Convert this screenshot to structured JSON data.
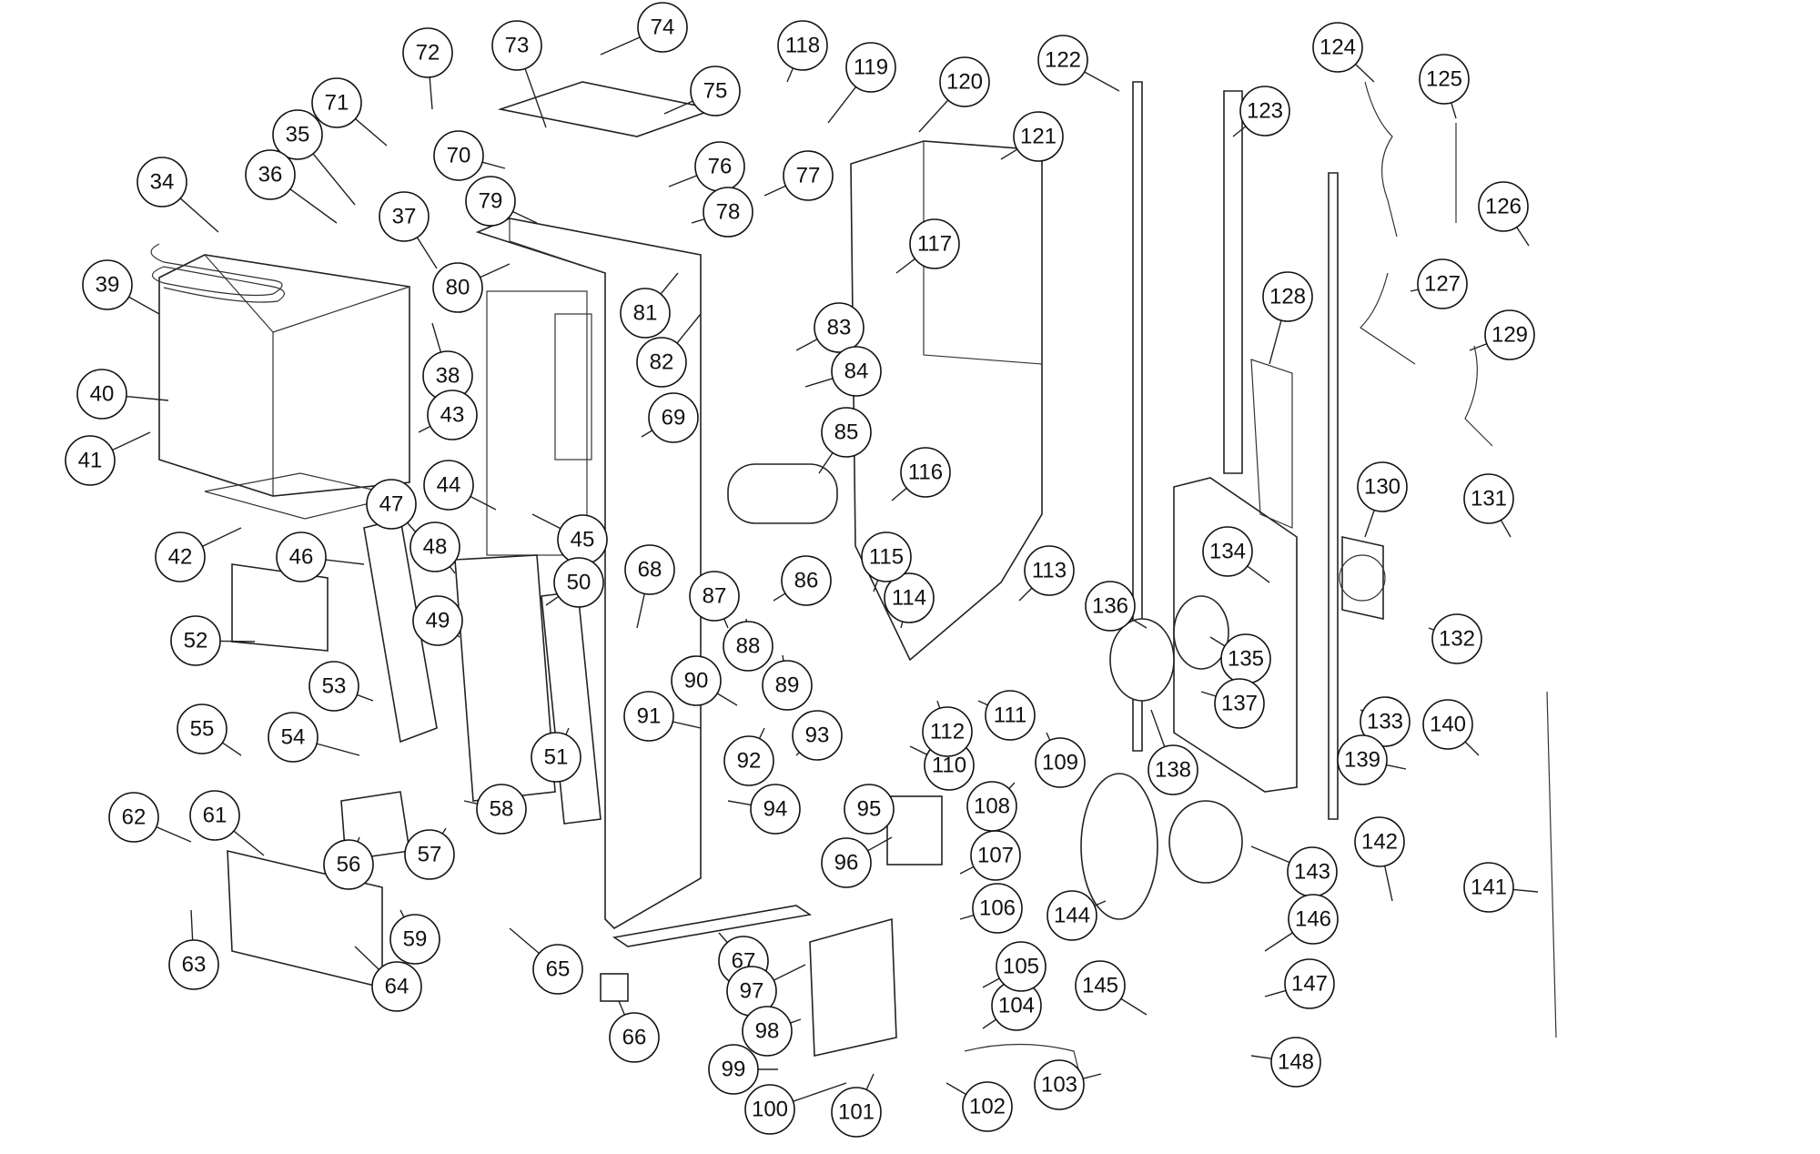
{
  "diagram": {
    "type": "exploded-parts-diagram",
    "part_numbers": [
      "34",
      "35",
      "36",
      "37",
      "38",
      "39",
      "40",
      "41",
      "42",
      "43",
      "44",
      "45",
      "46",
      "47",
      "48",
      "49",
      "50",
      "51",
      "52",
      "53",
      "54",
      "55",
      "56",
      "57",
      "58",
      "59",
      "61",
      "62",
      "63",
      "64",
      "65",
      "66",
      "67",
      "68",
      "69",
      "70",
      "71",
      "72",
      "73",
      "74",
      "75",
      "76",
      "77",
      "78",
      "79",
      "80",
      "81",
      "82",
      "83",
      "84",
      "85",
      "86",
      "87",
      "88",
      "89",
      "90",
      "91",
      "92",
      "93",
      "94",
      "95",
      "96",
      "97",
      "98",
      "99",
      "100",
      "101",
      "102",
      "103",
      "104",
      "105",
      "106",
      "107",
      "108",
      "109",
      "110",
      "111",
      "112",
      "113",
      "114",
      "115",
      "116",
      "117",
      "118",
      "119",
      "120",
      "121",
      "122",
      "123",
      "124",
      "125",
      "126",
      "127",
      "128",
      "129",
      "130",
      "131",
      "132",
      "133",
      "134",
      "135",
      "136",
      "137",
      "138",
      "139",
      "140",
      "141",
      "142",
      "143",
      "144",
      "145",
      "146",
      "147",
      "148"
    ]
  }
}
